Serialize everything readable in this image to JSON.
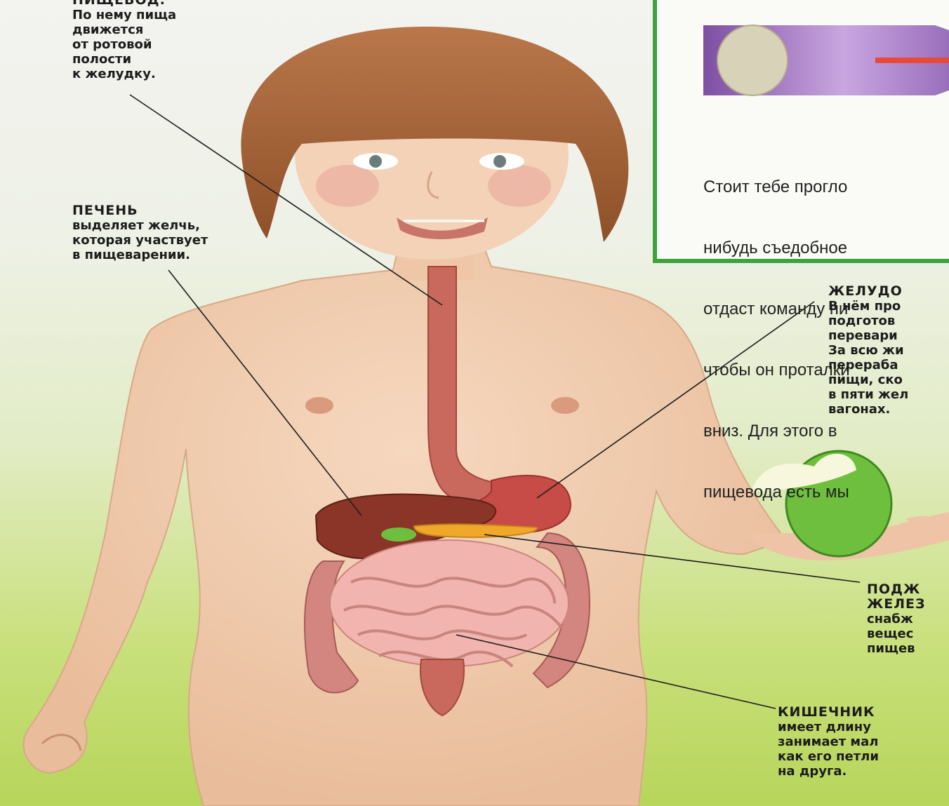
{
  "labels": {
    "esophagus": {
      "lines": [
        "ПИЩЕВОД:",
        "По нему пища",
        "движется",
        "от ротовой",
        "полости",
        "к желудку."
      ]
    },
    "liver": {
      "title": "ПЕЧЕНЬ",
      "lines": [
        "выделяет желчь,",
        "которая участвует",
        "в пищеварении."
      ]
    },
    "stomach": {
      "title": "ЖЕЛУДО",
      "lines": [
        "В нём про",
        "подготов",
        "перевари",
        "За всю жи",
        "перераба",
        "пищи, ско",
        "в пяти жел",
        "вагонах."
      ]
    },
    "pancreas": {
      "title": "ПОДЖ",
      "title2": "ЖЕЛЕЗ",
      "lines": [
        "снабж",
        "вещес",
        "пищев"
      ]
    },
    "intestine": {
      "title": "КИШЕЧНИК",
      "lines": [
        "имеет длину",
        "занимает мал",
        "как его петли",
        "на друга."
      ]
    }
  },
  "infobox": {
    "text": [
      "Стоит тебе прогло",
      "нибудь съедобное",
      "отдаст команду пи",
      "чтобы он проталки",
      "вниз. Для этого в",
      "пищевода есть мы"
    ]
  },
  "colors": {
    "border": "#3da33f",
    "skin": "#f0cdb0",
    "hair": "#a8663a",
    "apple": "#6fbf3f",
    "esophagus": "#c7685e"
  }
}
